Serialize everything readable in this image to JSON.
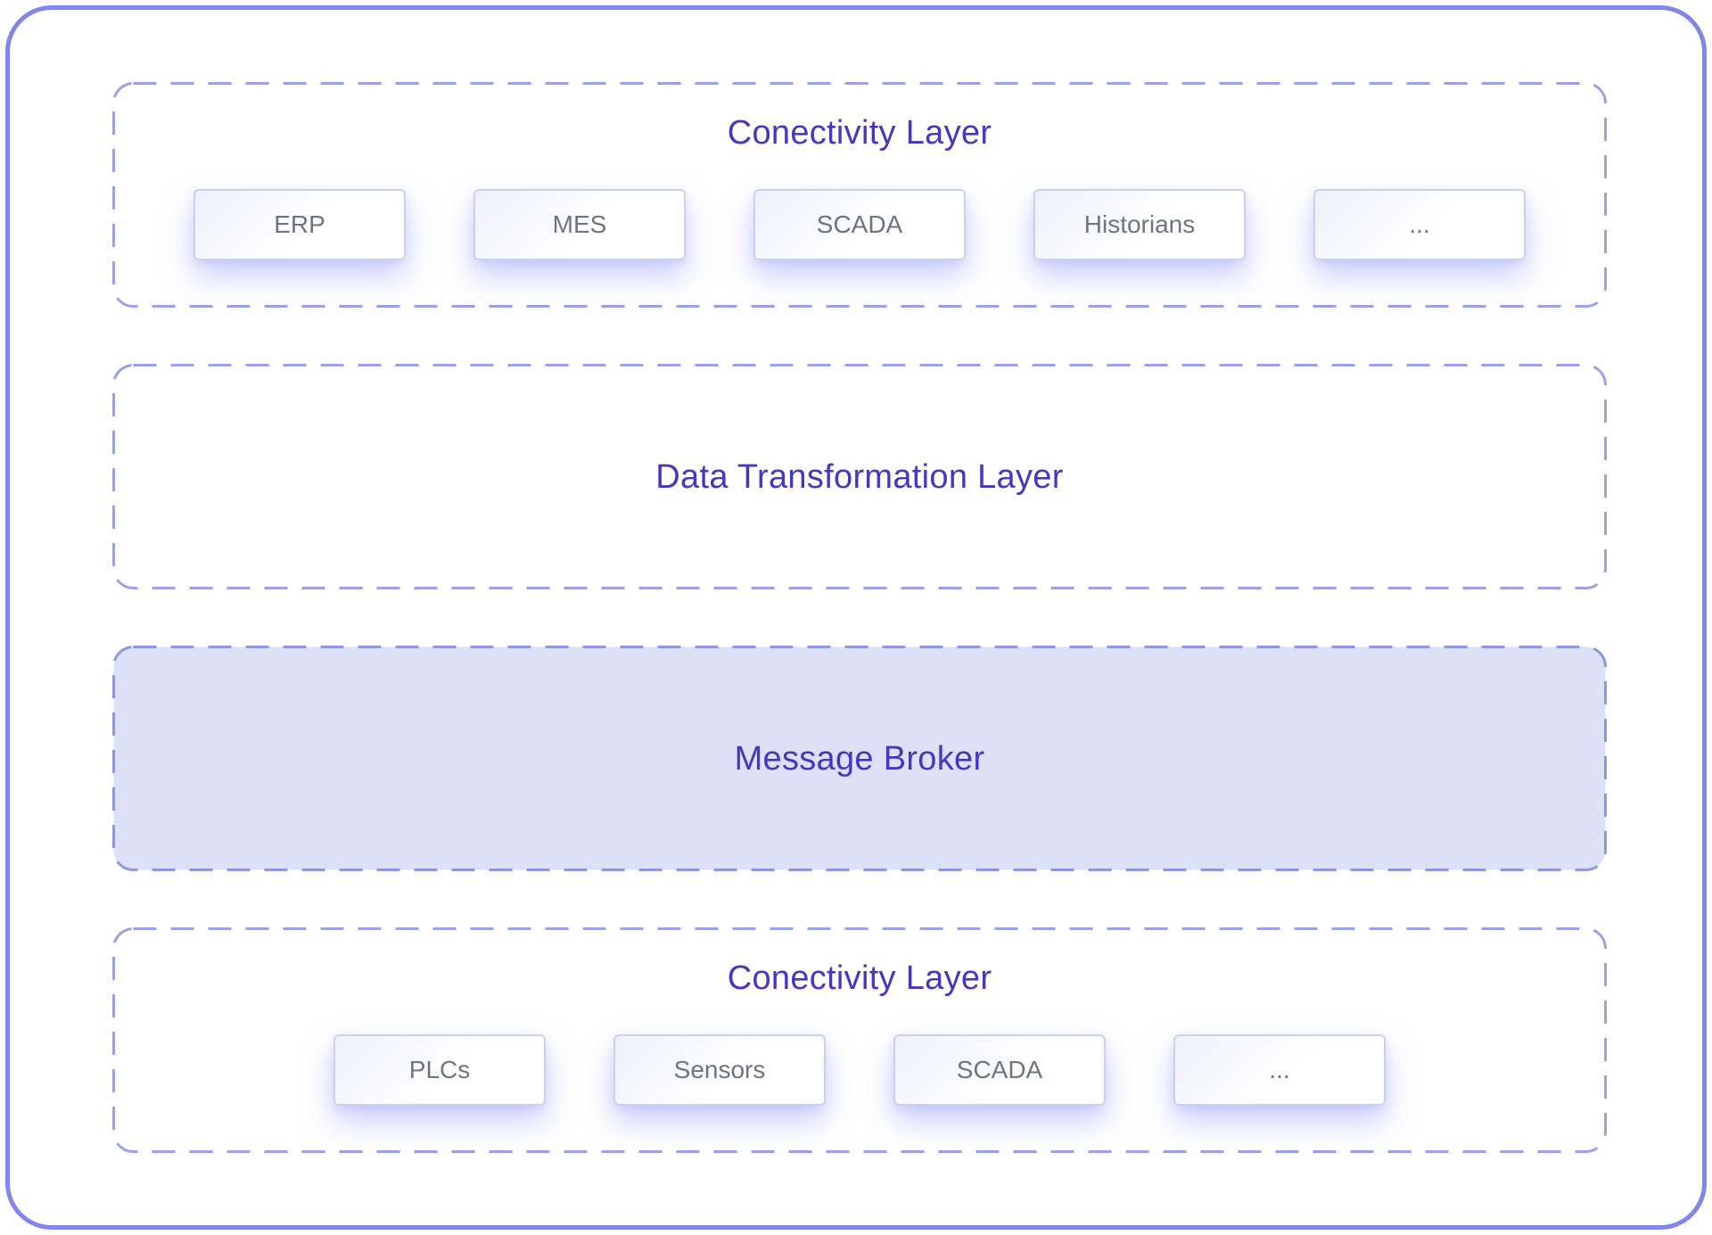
{
  "theme": {
    "accent": "#4537c3",
    "outer-border": "#8186ee",
    "dash": "#9aa1e8",
    "dash-filled": "#8f96e2",
    "broker-fill": "#dde1f7",
    "chip-text": "#6e7480",
    "chip-border": "#ccd1ea"
  },
  "diagram": {
    "layers": [
      {
        "id": "connectivity-top",
        "title": "Conectivity Layer",
        "items": [
          "ERP",
          "MES",
          "SCADA",
          "Historians",
          "..."
        ]
      },
      {
        "id": "data-transformation",
        "title": "Data Transformation Layer",
        "items": []
      },
      {
        "id": "message-broker",
        "title": "Message Broker",
        "items": []
      },
      {
        "id": "connectivity-bottom",
        "title": "Conectivity Layer",
        "items": [
          "PLCs",
          "Sensors",
          "SCADA",
          "..."
        ]
      }
    ]
  }
}
